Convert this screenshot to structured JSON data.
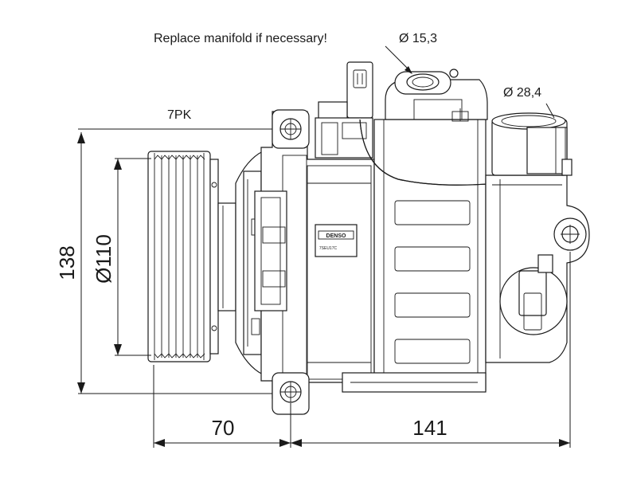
{
  "annotations": {
    "manifold_note": "Replace manifold if necessary!",
    "port_small_diameter": "Ø 15,3",
    "port_large_diameter": "Ø 28,4",
    "belt_profile": "7PK"
  },
  "dimensions": {
    "overall_height": "138",
    "pulley_diameter": "Ø110",
    "pulley_to_mount": "70",
    "mount_to_rear": "141"
  },
  "label_plate": {
    "brand": "DENSO",
    "model": "7SEU17C"
  }
}
